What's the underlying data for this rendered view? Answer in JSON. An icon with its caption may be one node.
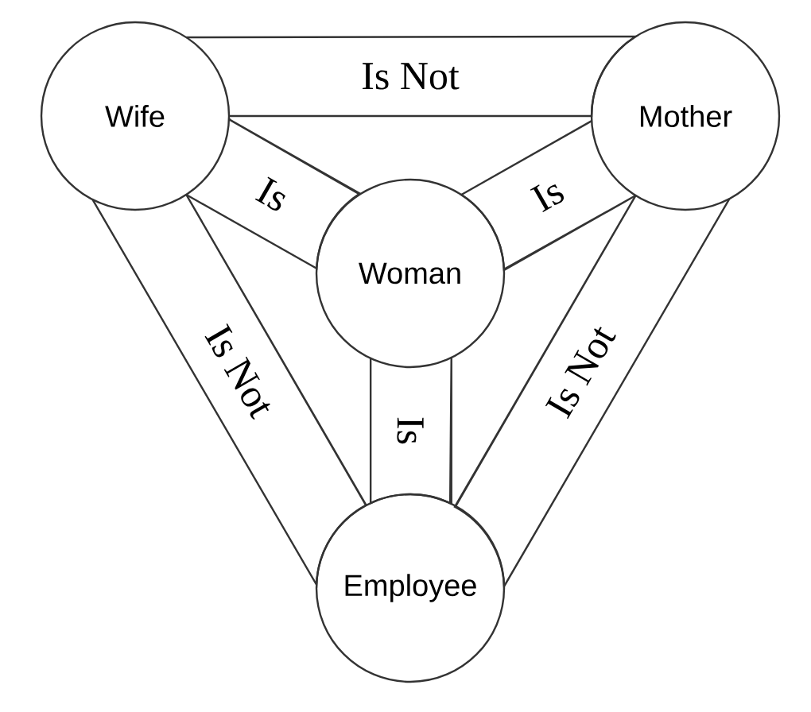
{
  "diagram": {
    "nodes": [
      {
        "text": [
          "Wife"
        ]
      },
      {
        "text": [
          "Mother"
        ]
      },
      {
        "text": [
          "Woman"
        ]
      },
      {
        "text": [
          "Employee"
        ]
      }
    ],
    "edges": [
      {
        "from": 0,
        "to": 1,
        "arrow": "none",
        "label": "Is Not"
      },
      {
        "from": 0,
        "to": 2,
        "arrow": "none",
        "label": "Is"
      },
      {
        "from": 1,
        "to": 2,
        "arrow": "none",
        "label": "Is"
      },
      {
        "from": 2,
        "to": 3,
        "arrow": "none",
        "label": "Is"
      },
      {
        "from": 0,
        "to": 3,
        "arrow": "none",
        "label": "Is Not"
      },
      {
        "from": 1,
        "to": 3,
        "arrow": "none",
        "label": "Is Not"
      }
    ]
  }
}
